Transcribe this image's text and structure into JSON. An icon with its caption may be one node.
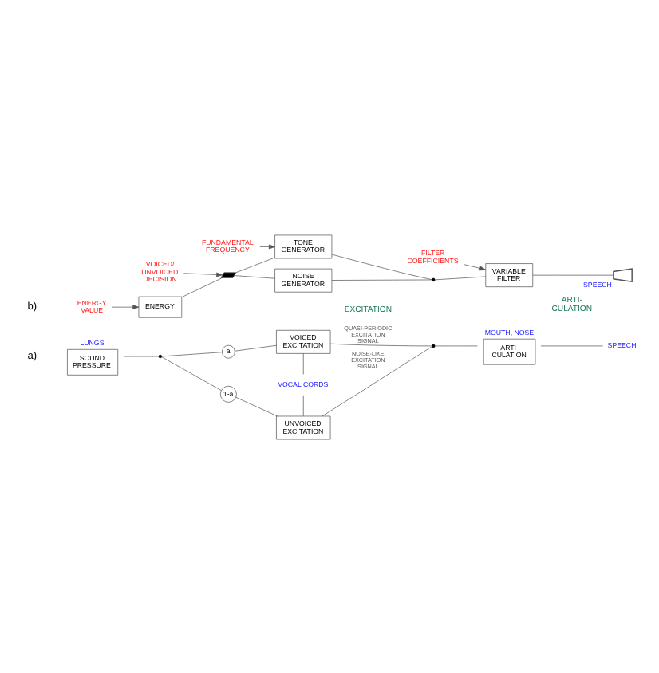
{
  "diagram": {
    "nodes": [
      {
        "text": [
          "SOUND PRESSURE"
        ],
        "beside": [
          "LUNGS"
        ]
      },
      {
        "text": [],
        "shape": "dot"
      },
      {
        "text": [
          "a"
        ]
      },
      {
        "text": [
          "1-a"
        ]
      },
      {
        "text": [
          "VOICED EXCITATION"
        ]
      },
      {
        "text": [
          "UNVOICED EXCITATION"
        ]
      },
      {
        "text": [
          "VOCAL CORDS"
        ]
      },
      {
        "text": [],
        "shape": "dot"
      },
      {
        "text": [
          "ARTI- CULATION"
        ],
        "beside": [
          "MOUTH, NOSE"
        ]
      },
      {
        "text": [
          "SPEECH"
        ]
      },
      {
        "text": [
          "ENERGY"
        ]
      },
      {
        "text": [],
        "shape": "switch"
      },
      {
        "text": [
          "VOICED/ UNVOICED DECISION"
        ]
      },
      {
        "text": [
          "TONE GENERATOR"
        ]
      },
      {
        "text": [
          "FUNDAMENTAL FREQUENCY"
        ]
      },
      {
        "text": [
          "NOISE GENERATOR"
        ]
      },
      {
        "text": [],
        "shape": "dot"
      },
      {
        "text": [
          "VARIABLE FILTER"
        ]
      },
      {
        "text": [
          "FILTER COEFFICIENTS"
        ]
      },
      {
        "text": [
          "ENERGY VALUE"
        ]
      },
      {
        "text": [],
        "shape": "loudspeaker",
        "beside": [
          "SPEECH"
        ]
      }
    ],
    "edges": [
      {
        "from": 0,
        "to": 1,
        "arrow": "none"
      },
      {
        "from": 1,
        "to": 2,
        "arrow": "none"
      },
      {
        "from": 2,
        "to": 4,
        "arrow": "none"
      },
      {
        "from": 1,
        "to": 3,
        "arrow": "none"
      },
      {
        "from": 3,
        "to": 5,
        "arrow": "none"
      },
      {
        "from": 4,
        "to": 6,
        "arrow": "none"
      },
      {
        "from": 6,
        "to": 5,
        "arrow": "none"
      },
      {
        "from": 4,
        "to": 7,
        "arrow": "none",
        "label": "QUASI-PERIODIC EXCITATION SIGNAL"
      },
      {
        "from": 5,
        "to": 7,
        "arrow": "none",
        "label": "NOISE-LIKE EXCITATION SIGNAL"
      },
      {
        "from": 7,
        "to": 8,
        "arrow": "none"
      },
      {
        "from": 8,
        "to": 9,
        "arrow": "none"
      },
      {
        "from": 19,
        "to": 10,
        "arrow": "to"
      },
      {
        "from": 10,
        "to": 11,
        "arrow": "none"
      },
      {
        "from": 12,
        "to": 11,
        "arrow": "to"
      },
      {
        "from": 11,
        "to": 13,
        "arrow": "none"
      },
      {
        "from": 11,
        "to": 15,
        "arrow": "none"
      },
      {
        "from": 14,
        "to": 13,
        "arrow": "to"
      },
      {
        "from": 13,
        "to": 16,
        "arrow": "none"
      },
      {
        "from": 15,
        "to": 16,
        "arrow": "none"
      },
      {
        "from": 16,
        "to": 17,
        "arrow": "none"
      },
      {
        "from": 18,
        "to": 17,
        "arrow": "to"
      },
      {
        "from": 17,
        "to": 20,
        "arrow": "none"
      }
    ],
    "labels": [
      "a)",
      "b)",
      "EXCITATION",
      "ARTI- CULATION"
    ]
  }
}
